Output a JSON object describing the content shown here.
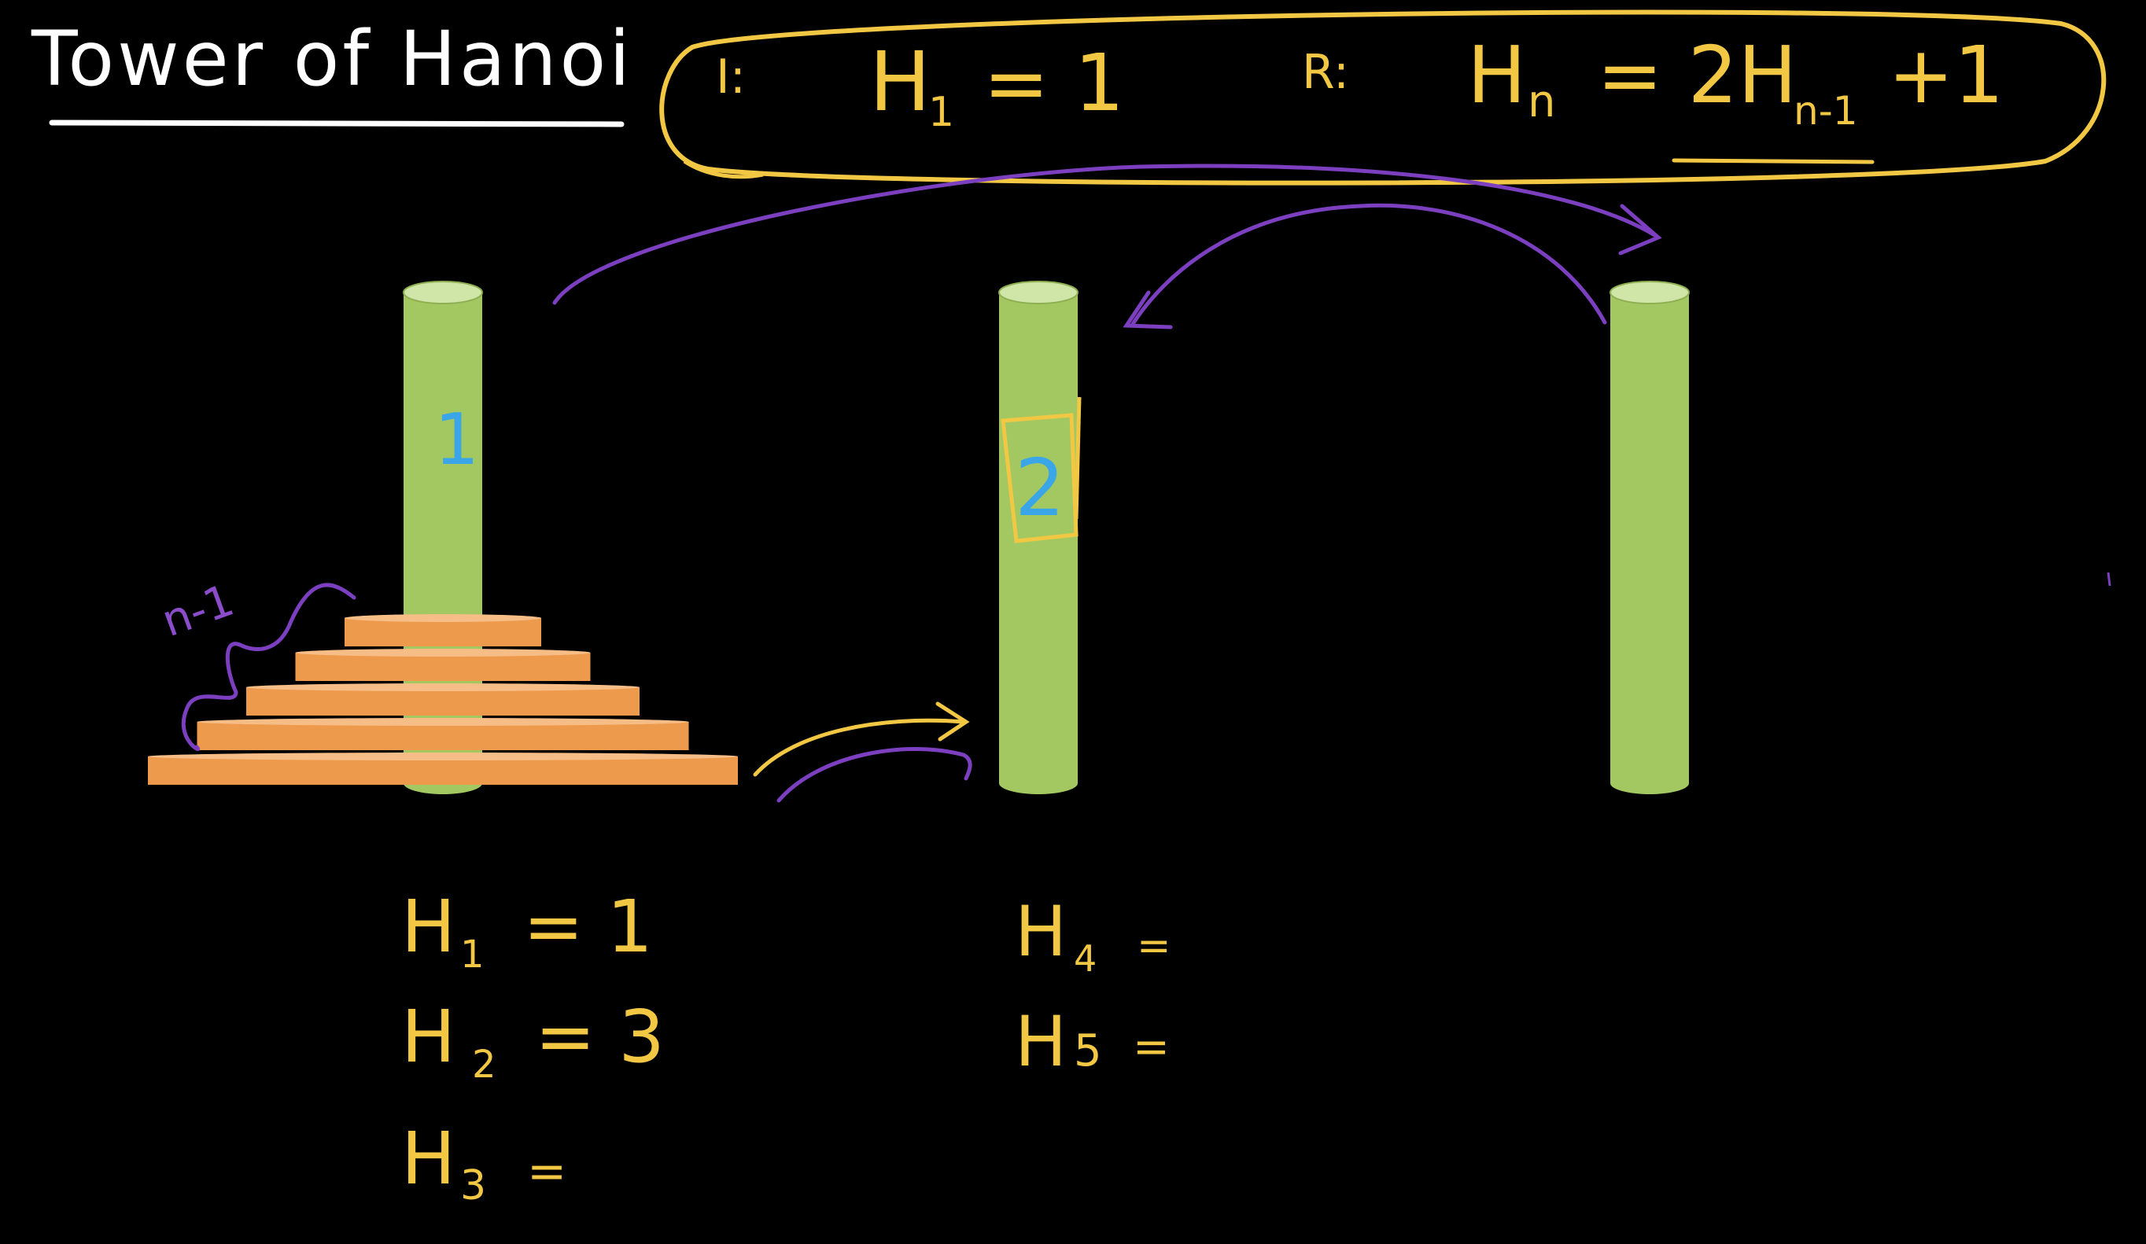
{
  "title": "Tower of Hanoi",
  "formula": {
    "initial_label": "I:",
    "initial_lhs": "H",
    "initial_sub": "1",
    "initial_rhs": "= 1",
    "recurrence_label": "R:",
    "recurrence_lhs": "H",
    "recurrence_lhs_sub": "n",
    "recurrence_eq": "= 2H",
    "recurrence_sub": "n-1",
    "recurrence_tail": "+1"
  },
  "pegs": [
    {
      "label": "1"
    },
    {
      "label": "2"
    },
    {
      "label": ""
    }
  ],
  "disk_group_label": "n-1",
  "disk_count": 5,
  "values_left": [
    {
      "lhs": "H",
      "sub": "1",
      "rhs": "= 1"
    },
    {
      "lhs": "H",
      "sub": "2",
      "rhs": "= 3"
    },
    {
      "lhs": "H",
      "sub": "3",
      "rhs": "="
    }
  ],
  "values_right": [
    {
      "lhs": "H",
      "sub": "4",
      "rhs": "="
    },
    {
      "lhs": "H",
      "sub": "5",
      "rhs": "="
    }
  ],
  "colors": {
    "background": "#000000",
    "peg": "#a3c862",
    "peg_top": "#cfe6a8",
    "disk": "#ee9a4d",
    "disk_top": "#f6bd86",
    "yellow_ink": "#f2c744",
    "purple_ink": "#7b3fbf",
    "blue_ink": "#3aa6e8",
    "white_ink": "#ffffff"
  }
}
